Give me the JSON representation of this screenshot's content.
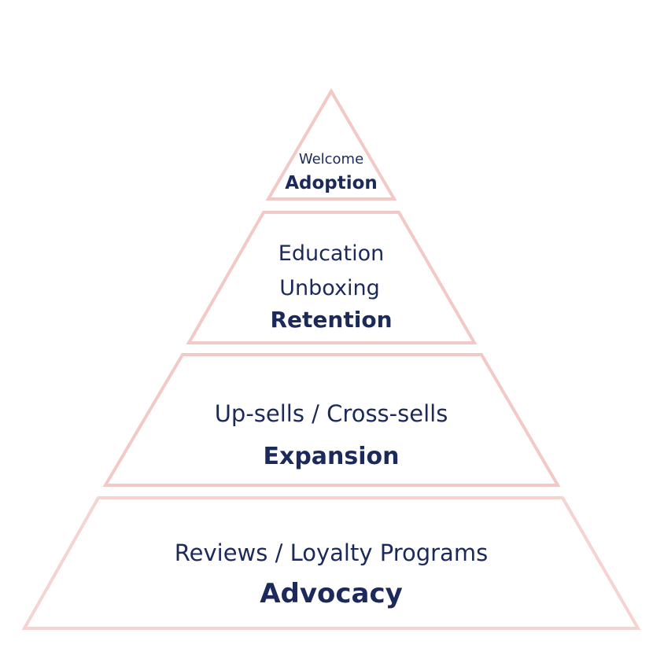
{
  "diagram": {
    "tiers": [
      {
        "lines": [
          "Welcome"
        ],
        "label": "Adoption"
      },
      {
        "lines": [
          "Education",
          "Unboxing"
        ],
        "label": "Retention"
      },
      {
        "lines": [
          "Up-sells / Cross-sells"
        ],
        "label": "Expansion"
      },
      {
        "lines": [
          "Reviews / Loyalty Programs"
        ],
        "label": "Advocacy"
      }
    ],
    "colors": {
      "outline": "#f3c9c5",
      "text": "#1b2a5a",
      "background": "#ffffff"
    }
  }
}
